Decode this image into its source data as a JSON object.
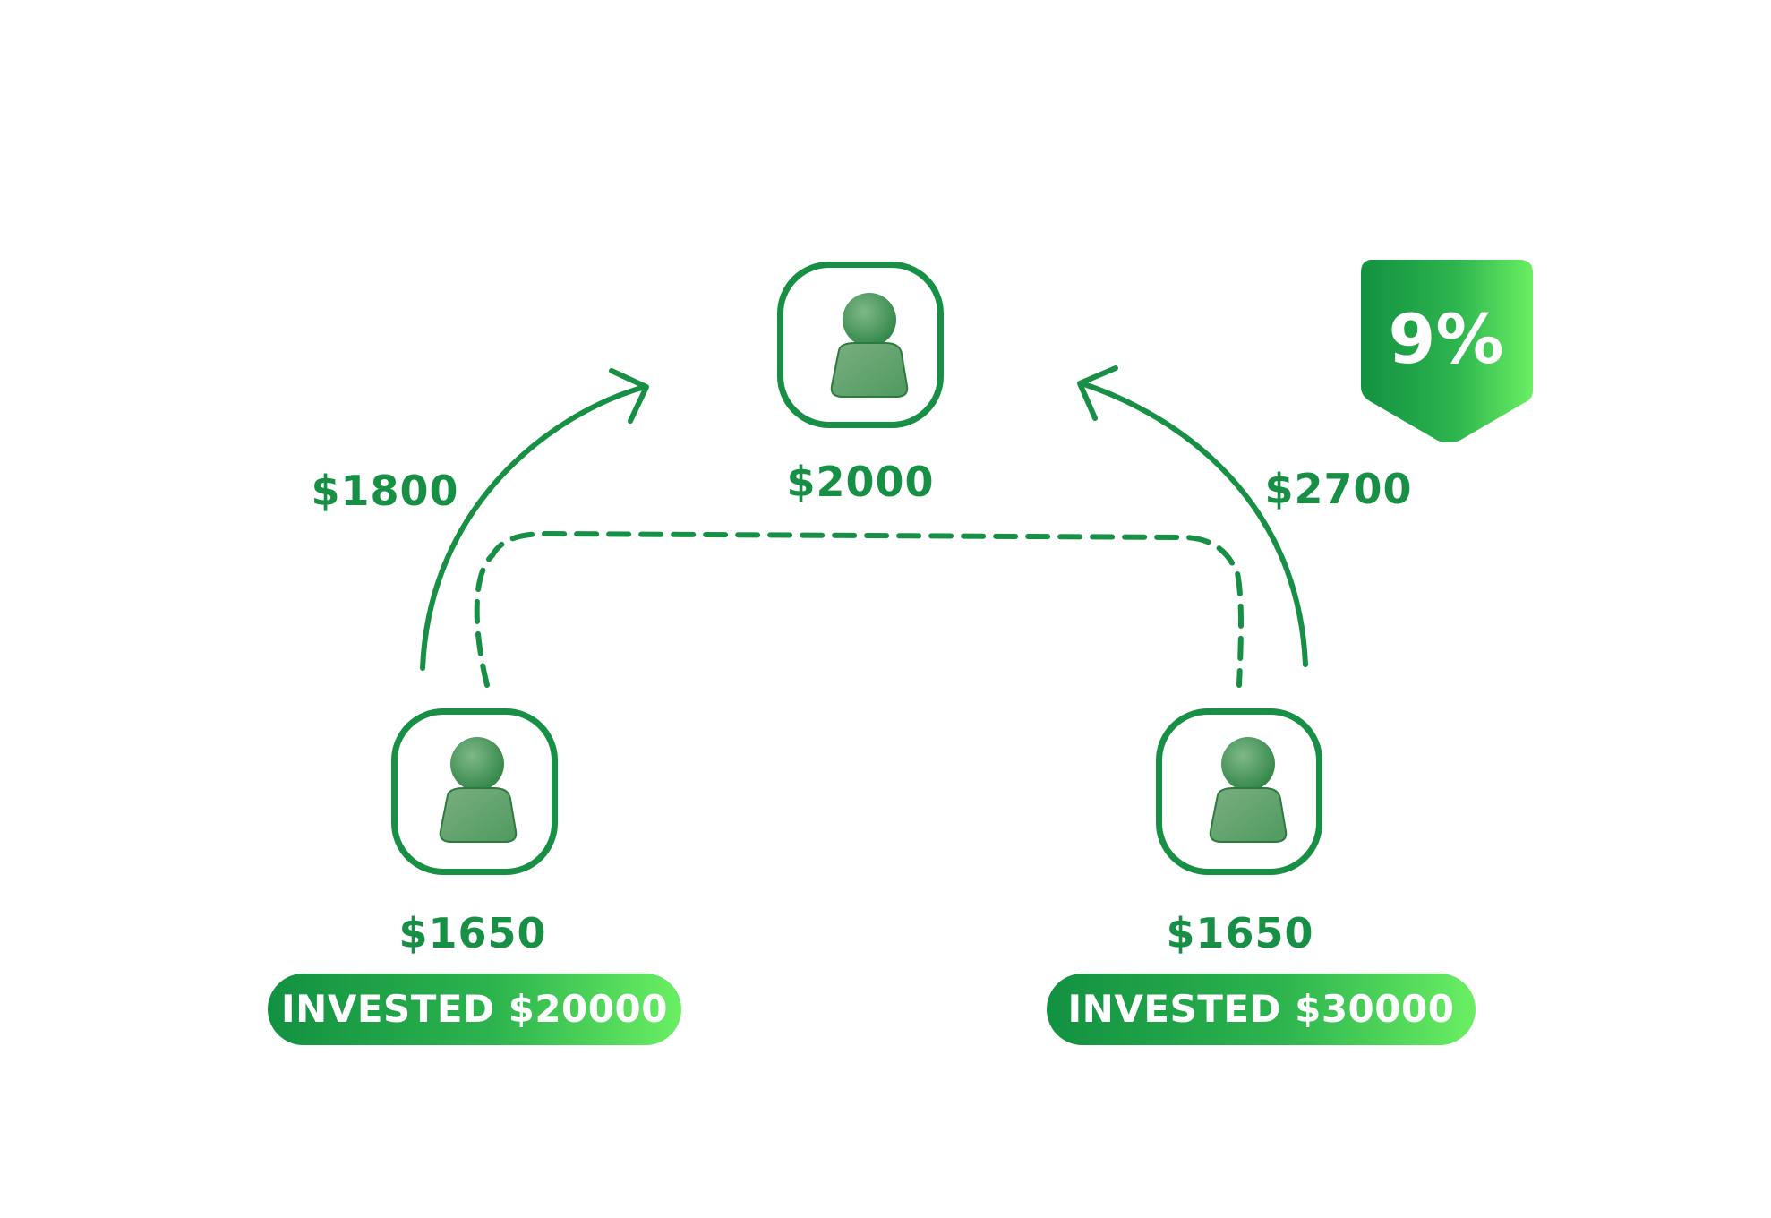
{
  "people": {
    "top": {
      "amount": "$2000"
    },
    "left": {
      "amount": "$1650",
      "invested": "INVESTED $20000"
    },
    "right": {
      "amount": "$1650",
      "invested": "INVESTED $30000"
    }
  },
  "flows": {
    "left_to_top": "$1800",
    "right_to_top": "$2700"
  },
  "rate": {
    "label": "9%"
  },
  "colors": {
    "stroke": "#179046",
    "gradient_start": "#129141",
    "gradient_end": "#6aef63",
    "person_fill": "#5e9e6a"
  },
  "icons": [
    "person-icon",
    "up-right-arrow-icon",
    "up-left-arrow-icon",
    "rate-tag-icon"
  ]
}
